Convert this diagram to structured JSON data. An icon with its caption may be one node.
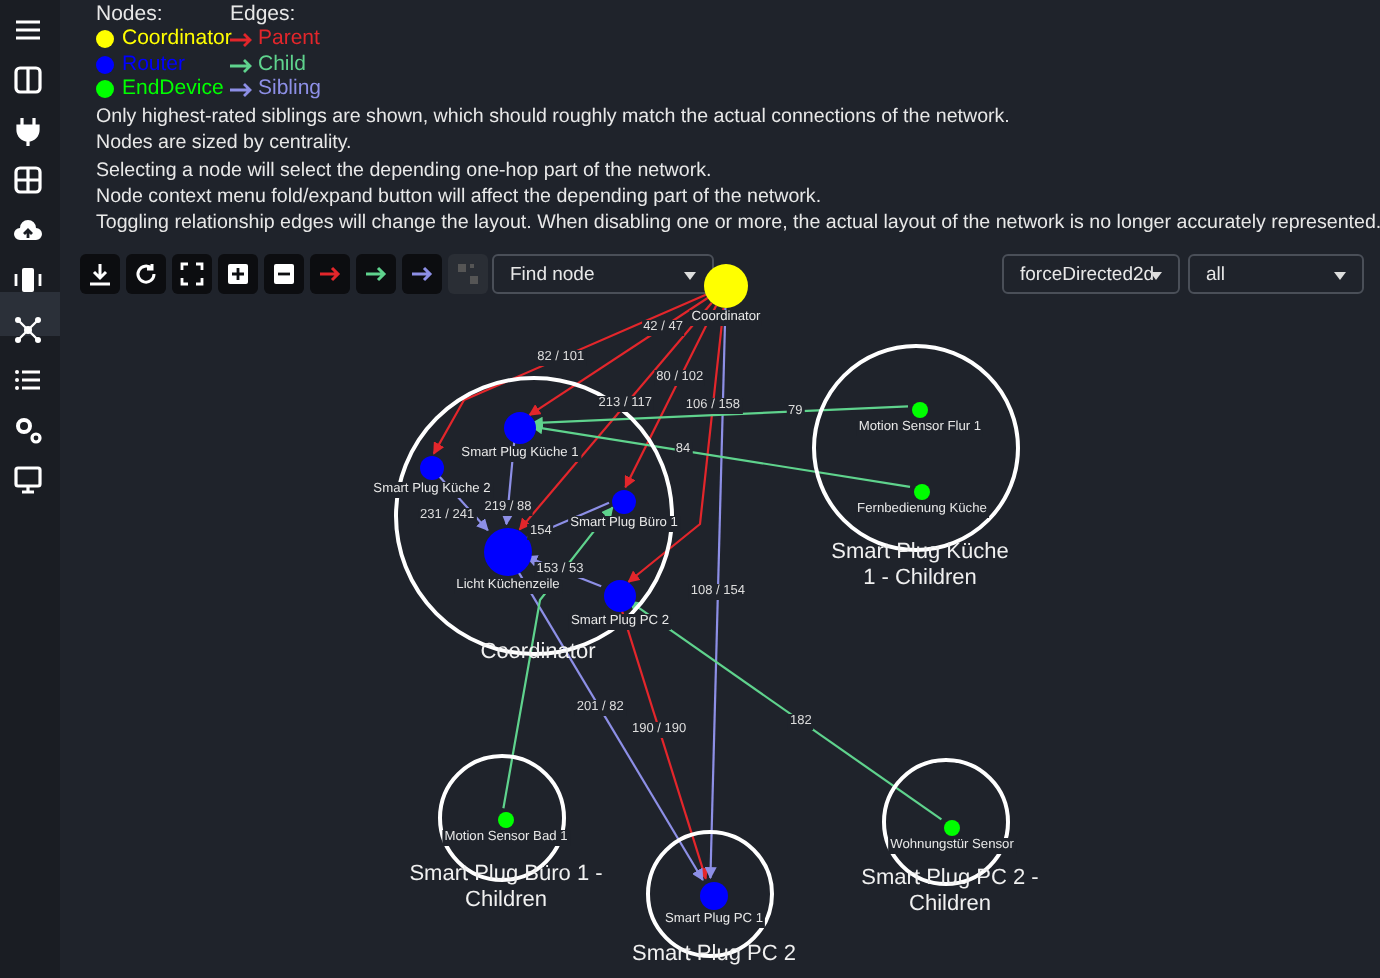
{
  "diagram": {
    "nodes": [
      {
        "text": [
          "Coordinator"
        ]
      },
      {
        "text": [
          "Coordinator"
        ]
      },
      {
        "text": [
          "Smart Plug Küche 1"
        ],
        "in": 1
      },
      {
        "text": [
          "Smart Plug Küche 2"
        ],
        "in": 1
      },
      {
        "text": [
          "Smart Plug Büro 1"
        ],
        "in": 1
      },
      {
        "text": [
          "Licht Küchenzeile"
        ],
        "in": 1
      },
      {
        "text": [
          "Smart Plug PC 2"
        ],
        "in": 1
      },
      {
        "text": [
          "Smart Plug Küche 1 - Children"
        ]
      },
      {
        "text": [
          "Motion Sensor Flur 1"
        ],
        "in": 7
      },
      {
        "text": [
          "Fernbedienung Küche"
        ],
        "in": 7
      },
      {
        "text": [
          "Smart Plug Büro 1 - Children"
        ]
      },
      {
        "text": [
          "Motion Sensor Bad 1"
        ],
        "in": 10
      },
      {
        "text": [
          "Smart Plug PC 2"
        ]
      },
      {
        "text": [
          "Smart Plug PC 1"
        ],
        "in": 12
      },
      {
        "text": [
          "Smart Plug PC 2 - Children"
        ]
      },
      {
        "text": [
          "Wohnungstür Sensor"
        ],
        "in": 14
      }
    ],
    "edges": [
      {
        "from": 0,
        "to": 3,
        "arrow": "to",
        "label": "82 / 101",
        "color": "#e3262b"
      },
      {
        "from": 0,
        "to": 2,
        "arrow": "to",
        "label": "42 / 47",
        "color": "#e3262b"
      },
      {
        "from": 0,
        "to": 5,
        "arrow": "to",
        "label": "213 / 117",
        "color": "#e3262b"
      },
      {
        "from": 0,
        "to": 4,
        "arrow": "to",
        "label": "80 / 102",
        "color": "#e3262b"
      },
      {
        "from": 0,
        "to": 6,
        "arrow": "to",
        "label": "106 / 158",
        "color": "#e3262b"
      },
      {
        "from": 6,
        "to": 13,
        "arrow": "to",
        "label": "190 / 190",
        "color": "#e3262b"
      },
      {
        "from": 0,
        "to": 13,
        "arrow": "to",
        "label": "108 / 154",
        "color": "#8d8fe6"
      },
      {
        "from": 2,
        "to": 5,
        "arrow": "to",
        "label": "219 / 88",
        "color": "#8d8fe6"
      },
      {
        "from": 3,
        "to": 5,
        "arrow": "to",
        "label": "231 / 241",
        "color": "#8d8fe6"
      },
      {
        "from": 4,
        "to": 5,
        "arrow": "to",
        "label": "154",
        "color": "#8d8fe6"
      },
      {
        "from": 6,
        "to": 5,
        "arrow": "to",
        "label": "153 / 53",
        "color": "#8d8fe6"
      },
      {
        "from": 5,
        "to": 13,
        "arrow": "to",
        "label": "201 / 82",
        "color": "#8d8fe6"
      },
      {
        "from": 8,
        "to": 2,
        "arrow": "to",
        "label": "79",
        "color": "#5fd38d"
      },
      {
        "from": 9,
        "to": 2,
        "arrow": "to",
        "label": "84",
        "color": "#5fd38d"
      },
      {
        "from": 11,
        "to": 4,
        "arrow": "to",
        "color": "#5fd38d"
      },
      {
        "from": 15,
        "to": 6,
        "arrow": "to",
        "label": "182",
        "color": "#5fd38d"
      }
    ],
    "labels": [
      "Nodes:",
      "Edges:",
      "Only highest-rated siblings are shown, which should roughly match the actual connections of the network.",
      "Nodes are sized by centrality.",
      "Selecting a node will select the depending one-hop part of the network.",
      "Node context menu fold/expand button will affect the depending part of the network.",
      "Toggling relationship edges will change the layout. When disabling one or more, the actual layout of the network is no longer accurately represented.",
      "Find node",
      "forceDirected2d",
      "all"
    ],
    "legend": [
      {
        "text": "Coordinator",
        "color": "#ffff00"
      },
      {
        "text": "Router",
        "color": "#0000ff"
      },
      {
        "text": "EndDevice",
        "color": "#00ff00"
      },
      {
        "text": "Parent"
      },
      {
        "text": "Child"
      },
      {
        "text": "Sibling"
      }
    ]
  }
}
